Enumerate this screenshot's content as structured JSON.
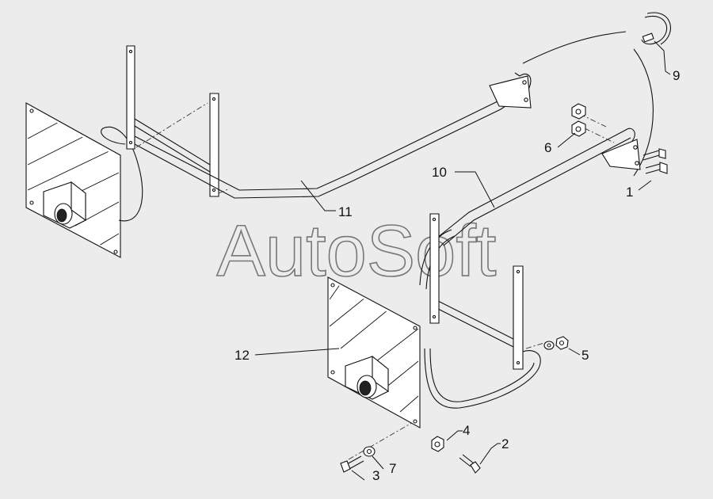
{
  "watermark": "AutoSoft",
  "callouts": {
    "c1": "1",
    "c2": "2",
    "c3": "3",
    "c4": "4",
    "c5": "5",
    "c6": "6",
    "c7": "7",
    "c9": "9",
    "c10": "10",
    "c11": "11",
    "c12": "12"
  }
}
